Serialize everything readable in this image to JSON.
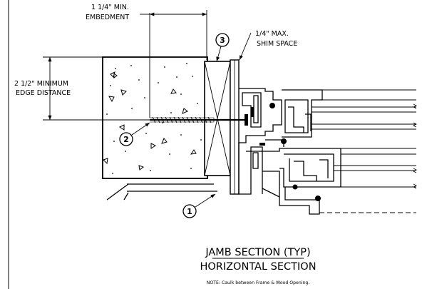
{
  "labels": {
    "embedment_line1": "1 1/4\" MIN.",
    "embedment_line2": "EMBEDMENT",
    "shim_line1": "1/4\" MAX.",
    "shim_line2": "SHIM SPACE",
    "edge_line1": "2 1/2\" MINIMUM",
    "edge_line2": "EDGE DISTANCE"
  },
  "callouts": {
    "c1": "1",
    "c2": "2",
    "c3": "3"
  },
  "title": {
    "line1": "JAMB SECTION (TYP)",
    "line2": "HORIZONTAL SECTION"
  },
  "note": "NOTE: Caulk between Frame & Wood Opening."
}
